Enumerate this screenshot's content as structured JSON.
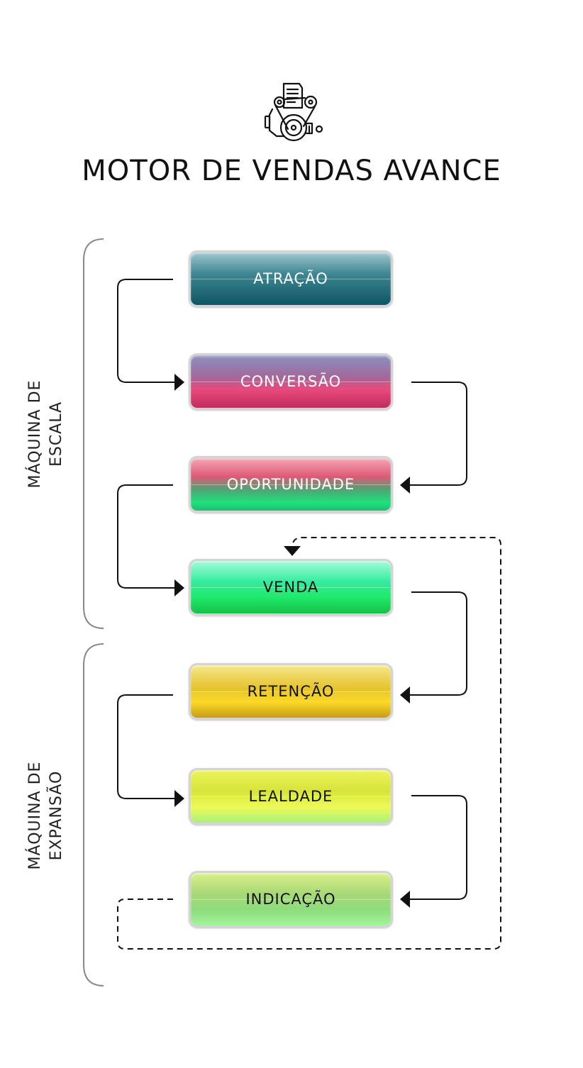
{
  "title": "MOTOR DE VENDAS AVANCE",
  "logo_icon": "engine-icon",
  "groups": [
    {
      "line1": "MÁQUINA DE",
      "line2": "ESCALA"
    },
    {
      "line1": "MÁQUINA DE",
      "line2": "EXPANSÃO"
    }
  ],
  "stages": [
    {
      "label": "ATRAÇÃO",
      "text_color": "#ffffff"
    },
    {
      "label": "CONVERSÃO",
      "text_color": "#ffffff"
    },
    {
      "label": "OPORTUNIDADE",
      "text_color": "#ffffff"
    },
    {
      "label": "VENDA",
      "text_color": "#111111"
    },
    {
      "label": "RETENÇÃO",
      "text_color": "#111111"
    },
    {
      "label": "LEALDADE",
      "text_color": "#111111"
    },
    {
      "label": "INDICAÇÃO",
      "text_color": "#111111"
    }
  ]
}
